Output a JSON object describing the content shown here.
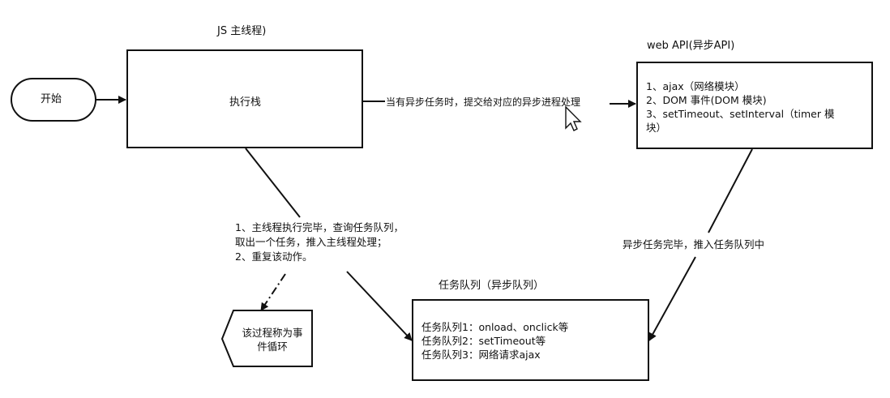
{
  "main_thread_title": "JS 主线程)",
  "start_label": "开始",
  "exec_stack_label": "执行栈",
  "async_submit_label": "当有异步任务时，提交给对应的异步进程处理",
  "web_api": {
    "title": "web API(异步API)",
    "lines": [
      "1、ajax（网络模块）",
      "2、DOM 事件(DOM 模块)",
      "3、setTimeout、setInterval（timer 模",
      "块）"
    ]
  },
  "main_loop_note": [
    "1、主线程执行完毕，查询任务队列，",
    "取出一个任务，推入主线程处理；",
    "2、重复该动作。"
  ],
  "async_done_label": "异步任务完毕，推入任务队列中",
  "task_queue": {
    "title": "任务队列（异步队列）",
    "lines": [
      "任务队列1：onload、onclick等",
      "任务队列2：setTimeout等",
      "任务队列3：网络请求ajax"
    ]
  },
  "event_loop_label": [
    "该过程称为事",
    "件循环"
  ]
}
